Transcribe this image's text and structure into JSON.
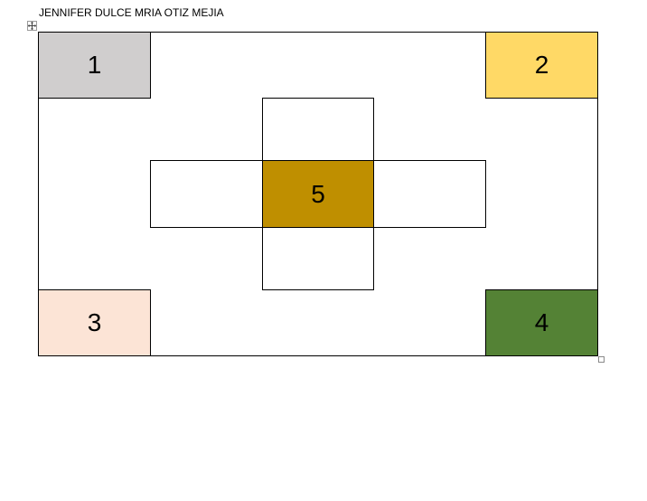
{
  "document": {
    "title": "JENNIFER DULCE MRIA OTIZ MEJIA"
  },
  "icons": {
    "table_move": "move-arrows-icon",
    "table_resize": "resize-handle-icon"
  },
  "cells": {
    "top_left": {
      "label": "1",
      "fill": "#d0cece"
    },
    "top_right": {
      "label": "2",
      "fill": "#ffd966"
    },
    "bottom_left": {
      "label": "3",
      "fill": "#fce4d6"
    },
    "bottom_right": {
      "label": "4",
      "fill": "#548235"
    },
    "center": {
      "label": "5",
      "fill": "#bf8f00"
    },
    "center_top": {
      "label": "",
      "fill": "#ffffff"
    },
    "center_left": {
      "label": "",
      "fill": "#ffffff"
    },
    "center_right": {
      "label": "",
      "fill": "#ffffff"
    },
    "center_bottom": {
      "label": "",
      "fill": "#ffffff"
    }
  }
}
